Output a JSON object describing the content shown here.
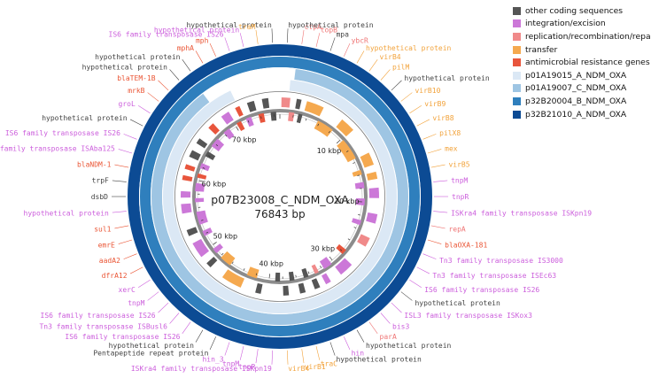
{
  "title": "p07B23008_C_NDM_OXA",
  "length_label": "76843 bp",
  "length_bp": 76843,
  "colors": {
    "other": "#555555",
    "integration": "#cc78d8",
    "replication": "#f08a8a",
    "transfer": "#f5a94f",
    "amr": "#e8553c",
    "ring1": "#dbe8f5",
    "ring2": "#9ec5e3",
    "ring3": "#2f7fbd",
    "ring4": "#0c4b94",
    "backbone": "#8c8c8c"
  },
  "legend": [
    {
      "label": "other coding sequences",
      "color": "#555555"
    },
    {
      "label": "integration/excision",
      "color": "#cc78d8"
    },
    {
      "label": "replication/recombination/repair",
      "color": "#f08a8a"
    },
    {
      "label": "transfer",
      "color": "#f5a94f"
    },
    {
      "label": "antimicrobial resistance genes",
      "color": "#e8553c"
    },
    {
      "label": "p01A19015_A_NDM_OXA",
      "color": "#dbe8f5"
    },
    {
      "label": "p01A19007_C_NDM_OXA",
      "color": "#9ec5e3"
    },
    {
      "label": "p32B20004_B_NDM_OXA",
      "color": "#2f7fbd"
    },
    {
      "label": "p32B21010_A_NDM_OXA",
      "color": "#0c4b94"
    }
  ],
  "ticks": [
    "10 kbp",
    "20 kbp",
    "30 kbp",
    "40 kbp",
    "50 kbp",
    "60 kbp",
    "70 kbp"
  ],
  "gene_labels": [
    {
      "text": "hypothetical protein",
      "cat": "other"
    },
    {
      "text": "traM",
      "cat": "transfer"
    },
    {
      "text": "hypothetical protein",
      "cat": "integration"
    },
    {
      "text": "IS6 family transposase IS26",
      "cat": "integration"
    },
    {
      "text": "mph",
      "cat": "amr"
    },
    {
      "text": "mphA",
      "cat": "amr"
    },
    {
      "text": "hypothetical protein",
      "cat": "other"
    },
    {
      "text": "hypothetical protein",
      "cat": "other"
    },
    {
      "text": "blaTEM-1B",
      "cat": "amr"
    },
    {
      "text": "mrkB",
      "cat": "amr"
    },
    {
      "text": "groL",
      "cat": "integration"
    },
    {
      "text": "hypothetical protein",
      "cat": "other"
    },
    {
      "text": "IS6 family transposase IS26",
      "cat": "integration"
    },
    {
      "text": "IS30 family transposase ISAba125",
      "cat": "integration"
    },
    {
      "text": "blaNDM-1",
      "cat": "amr"
    },
    {
      "text": "trpF",
      "cat": "other"
    },
    {
      "text": "dsbD",
      "cat": "other"
    },
    {
      "text": "hypothetical protein",
      "cat": "integration"
    },
    {
      "text": "sul1",
      "cat": "amr"
    },
    {
      "text": "emrE",
      "cat": "amr"
    },
    {
      "text": "aadA2",
      "cat": "amr"
    },
    {
      "text": "dfrA12",
      "cat": "amr"
    },
    {
      "text": "xerC",
      "cat": "integration"
    },
    {
      "text": "tnpM",
      "cat": "integration"
    },
    {
      "text": "IS6 family transposase IS26",
      "cat": "integration"
    },
    {
      "text": "Tn3 family transposase ISBusl6",
      "cat": "integration"
    },
    {
      "text": "IS6 family transposase IS26",
      "cat": "integration"
    },
    {
      "text": "hypothetical protein",
      "cat": "other"
    },
    {
      "text": "Pentapeptide repeat protein",
      "cat": "other"
    },
    {
      "text": "hin_3",
      "cat": "integration"
    },
    {
      "text": "tnpM",
      "cat": "integration"
    },
    {
      "text": "tnpR",
      "cat": "integration"
    },
    {
      "text": "ISKra4 family transposase ISKpn19",
      "cat": "integration"
    },
    {
      "text": "virB4",
      "cat": "transfer"
    },
    {
      "text": "virB1",
      "cat": "transfer"
    },
    {
      "text": "traC",
      "cat": "transfer"
    },
    {
      "text": "hypothetical protein",
      "cat": "other"
    },
    {
      "text": "hin",
      "cat": "integration"
    },
    {
      "text": "hypothetical protein",
      "cat": "other"
    },
    {
      "text": "parA",
      "cat": "replication"
    },
    {
      "text": "bis3",
      "cat": "integration"
    },
    {
      "text": "ISL3 family transposase ISKox3",
      "cat": "integration"
    },
    {
      "text": "hypothetical protein",
      "cat": "other"
    },
    {
      "text": "IS6 family transposase IS26",
      "cat": "integration"
    },
    {
      "text": "Tn3 family transposase ISEc63",
      "cat": "integration"
    },
    {
      "text": "Tn3 family transposase IS3000",
      "cat": "integration"
    },
    {
      "text": "blaOXA-181",
      "cat": "amr"
    },
    {
      "text": "repA",
      "cat": "replication"
    },
    {
      "text": "ISKra4 family transposase ISKpn19",
      "cat": "integration"
    },
    {
      "text": "tnpR",
      "cat": "integration"
    },
    {
      "text": "tnpM",
      "cat": "integration"
    },
    {
      "text": "virB5",
      "cat": "transfer"
    },
    {
      "text": "mex",
      "cat": "transfer"
    },
    {
      "text": "pilX8",
      "cat": "transfer"
    },
    {
      "text": "virB8",
      "cat": "transfer"
    },
    {
      "text": "virB9",
      "cat": "transfer"
    },
    {
      "text": "virB10",
      "cat": "transfer"
    },
    {
      "text": "hypothetical protein",
      "cat": "other"
    },
    {
      "text": "pilM",
      "cat": "transfer"
    },
    {
      "text": "virB4",
      "cat": "transfer"
    },
    {
      "text": "hypothetical protein",
      "cat": "transfer"
    },
    {
      "text": "ybcR",
      "cat": "replication"
    },
    {
      "text": "mpa",
      "cat": "other"
    },
    {
      "text": "topB",
      "cat": "replication"
    },
    {
      "text": "ctpA",
      "cat": "replication"
    },
    {
      "text": "hypothetical protein",
      "cat": "other"
    }
  ],
  "features": [
    {
      "start": 200,
      "end": 1300,
      "cat": "replication"
    },
    {
      "start": 1300,
      "end": 2100,
      "cat": "replication"
    },
    {
      "start": 2100,
      "end": 2700,
      "cat": "other"
    },
    {
      "start": 2700,
      "end": 3300,
      "cat": "other"
    },
    {
      "start": 3400,
      "end": 5600,
      "cat": "transfer"
    },
    {
      "start": 5700,
      "end": 8200,
      "cat": "transfer"
    },
    {
      "start": 8300,
      "end": 10200,
      "cat": "transfer"
    },
    {
      "start": 10300,
      "end": 13500,
      "cat": "transfer"
    },
    {
      "start": 13600,
      "end": 15200,
      "cat": "transfer"
    },
    {
      "start": 15300,
      "end": 16000,
      "cat": "transfer"
    },
    {
      "start": 16100,
      "end": 17000,
      "cat": "transfer"
    },
    {
      "start": 17100,
      "end": 18000,
      "cat": "integration"
    },
    {
      "start": 18100,
      "end": 19400,
      "cat": "integration"
    },
    {
      "start": 19500,
      "end": 20500,
      "cat": "integration"
    },
    {
      "start": 21400,
      "end": 22600,
      "cat": "integration"
    },
    {
      "start": 22700,
      "end": 23400,
      "cat": "integration"
    },
    {
      "start": 24500,
      "end": 25700,
      "cat": "replication"
    },
    {
      "start": 27500,
      "end": 28300,
      "cat": "amr"
    },
    {
      "start": 28500,
      "end": 30300,
      "cat": "integration"
    },
    {
      "start": 30400,
      "end": 31700,
      "cat": "integration"
    },
    {
      "start": 31800,
      "end": 32500,
      "cat": "integration"
    },
    {
      "start": 32600,
      "end": 33200,
      "cat": "replication"
    },
    {
      "start": 33300,
      "end": 34000,
      "cat": "other"
    },
    {
      "start": 34200,
      "end": 34900,
      "cat": "other"
    },
    {
      "start": 35200,
      "end": 35900,
      "cat": "other"
    },
    {
      "start": 36300,
      "end": 37000,
      "cat": "other"
    },
    {
      "start": 37300,
      "end": 38000,
      "cat": "other"
    },
    {
      "start": 38400,
      "end": 39100,
      "cat": "other"
    },
    {
      "start": 40800,
      "end": 41500,
      "cat": "other"
    },
    {
      "start": 41800,
      "end": 43300,
      "cat": "transfer"
    },
    {
      "start": 43400,
      "end": 46000,
      "cat": "transfer"
    },
    {
      "start": 46100,
      "end": 47800,
      "cat": "transfer"
    },
    {
      "start": 47900,
      "end": 48600,
      "cat": "other"
    },
    {
      "start": 48700,
      "end": 49500,
      "cat": "integration"
    },
    {
      "start": 49600,
      "end": 51600,
      "cat": "integration"
    },
    {
      "start": 51700,
      "end": 52500,
      "cat": "integration"
    },
    {
      "start": 52600,
      "end": 53400,
      "cat": "other"
    },
    {
      "start": 53500,
      "end": 55400,
      "cat": "integration"
    },
    {
      "start": 55500,
      "end": 56700,
      "cat": "integration"
    },
    {
      "start": 56800,
      "end": 57400,
      "cat": "integration"
    },
    {
      "start": 57500,
      "end": 58300,
      "cat": "integration"
    },
    {
      "start": 58400,
      "end": 59600,
      "cat": "integration"
    },
    {
      "start": 59700,
      "end": 60300,
      "cat": "amr"
    },
    {
      "start": 60400,
      "end": 61000,
      "cat": "amr"
    },
    {
      "start": 61100,
      "end": 61700,
      "cat": "amr"
    },
    {
      "start": 61800,
      "end": 62600,
      "cat": "integration"
    },
    {
      "start": 62700,
      "end": 63600,
      "cat": "other"
    },
    {
      "start": 63700,
      "end": 64500,
      "cat": "other"
    },
    {
      "start": 64600,
      "end": 65300,
      "cat": "other"
    },
    {
      "start": 65400,
      "end": 66800,
      "cat": "integration"
    },
    {
      "start": 67000,
      "end": 67800,
      "cat": "amr"
    },
    {
      "start": 68000,
      "end": 69000,
      "cat": "integration"
    },
    {
      "start": 69100,
      "end": 70200,
      "cat": "integration"
    },
    {
      "start": 70300,
      "end": 71000,
      "cat": "amr"
    },
    {
      "start": 71100,
      "end": 71700,
      "cat": "amr"
    },
    {
      "start": 71800,
      "end": 72600,
      "cat": "integration"
    },
    {
      "start": 72700,
      "end": 73600,
      "cat": "other"
    },
    {
      "start": 73700,
      "end": 74500,
      "cat": "amr"
    },
    {
      "start": 74600,
      "end": 75400,
      "cat": "other"
    },
    {
      "start": 75500,
      "end": 76300,
      "cat": "other"
    }
  ],
  "ring1_gaps": [
    [
      71500,
      76843
    ],
    [
      0,
      1100
    ]
  ],
  "ring2_gaps": [
    [
      69000,
      76843
    ],
    [
      0,
      1500
    ]
  ]
}
